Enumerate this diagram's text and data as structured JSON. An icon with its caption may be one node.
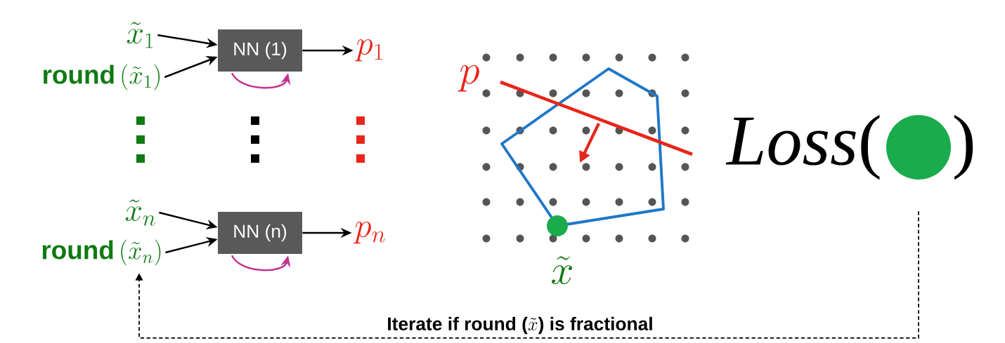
{
  "diagram": {
    "nodes": [
      {
        "text": [
          "\\tilde{x}_1"
        ]
      },
      {
        "text": [
          "\\textbf{round}\\left(\\tilde{x}_1\\right)"
        ]
      },
      {
        "text": [
          "NN (1)"
        ]
      },
      {
        "text": [
          "p_1"
        ]
      },
      {
        "text": [
          "\\tilde{x}_n"
        ]
      },
      {
        "text": [
          "\\textbf{round}\\left(\\tilde{x}_n\\right)"
        ]
      },
      {
        "text": [
          "NN (n)"
        ]
      },
      {
        "text": [
          "p_n"
        ]
      },
      {
        "text": [
          "Loss",
          "(",
          ")"
        ]
      },
      {
        "text": [],
        "shape": "circle",
        "in": 8
      }
    ],
    "edges": [
      {
        "from": 0,
        "to": 2,
        "arrow": "to"
      },
      {
        "from": 1,
        "to": 2,
        "arrow": "to"
      },
      {
        "from": 2,
        "to": 3,
        "arrow": "to"
      },
      {
        "from": 2,
        "to": 2,
        "arrow": "to",
        "color": "#c4318f"
      },
      {
        "from": 4,
        "to": 6,
        "arrow": "to"
      },
      {
        "from": 5,
        "to": 6,
        "arrow": "to"
      },
      {
        "from": 6,
        "to": 7,
        "arrow": "to"
      },
      {
        "from": 6,
        "to": 6,
        "arrow": "to",
        "color": "#c4318f"
      },
      {
        "from": 9,
        "to": 5,
        "arrow": "to",
        "style": "dashed",
        "label": "\\textbf{Iterate if round (}\\tilde{x}\\textbf{) is fractional}"
      }
    ],
    "labels": [
      "p",
      "\\tilde{x}"
    ]
  }
}
